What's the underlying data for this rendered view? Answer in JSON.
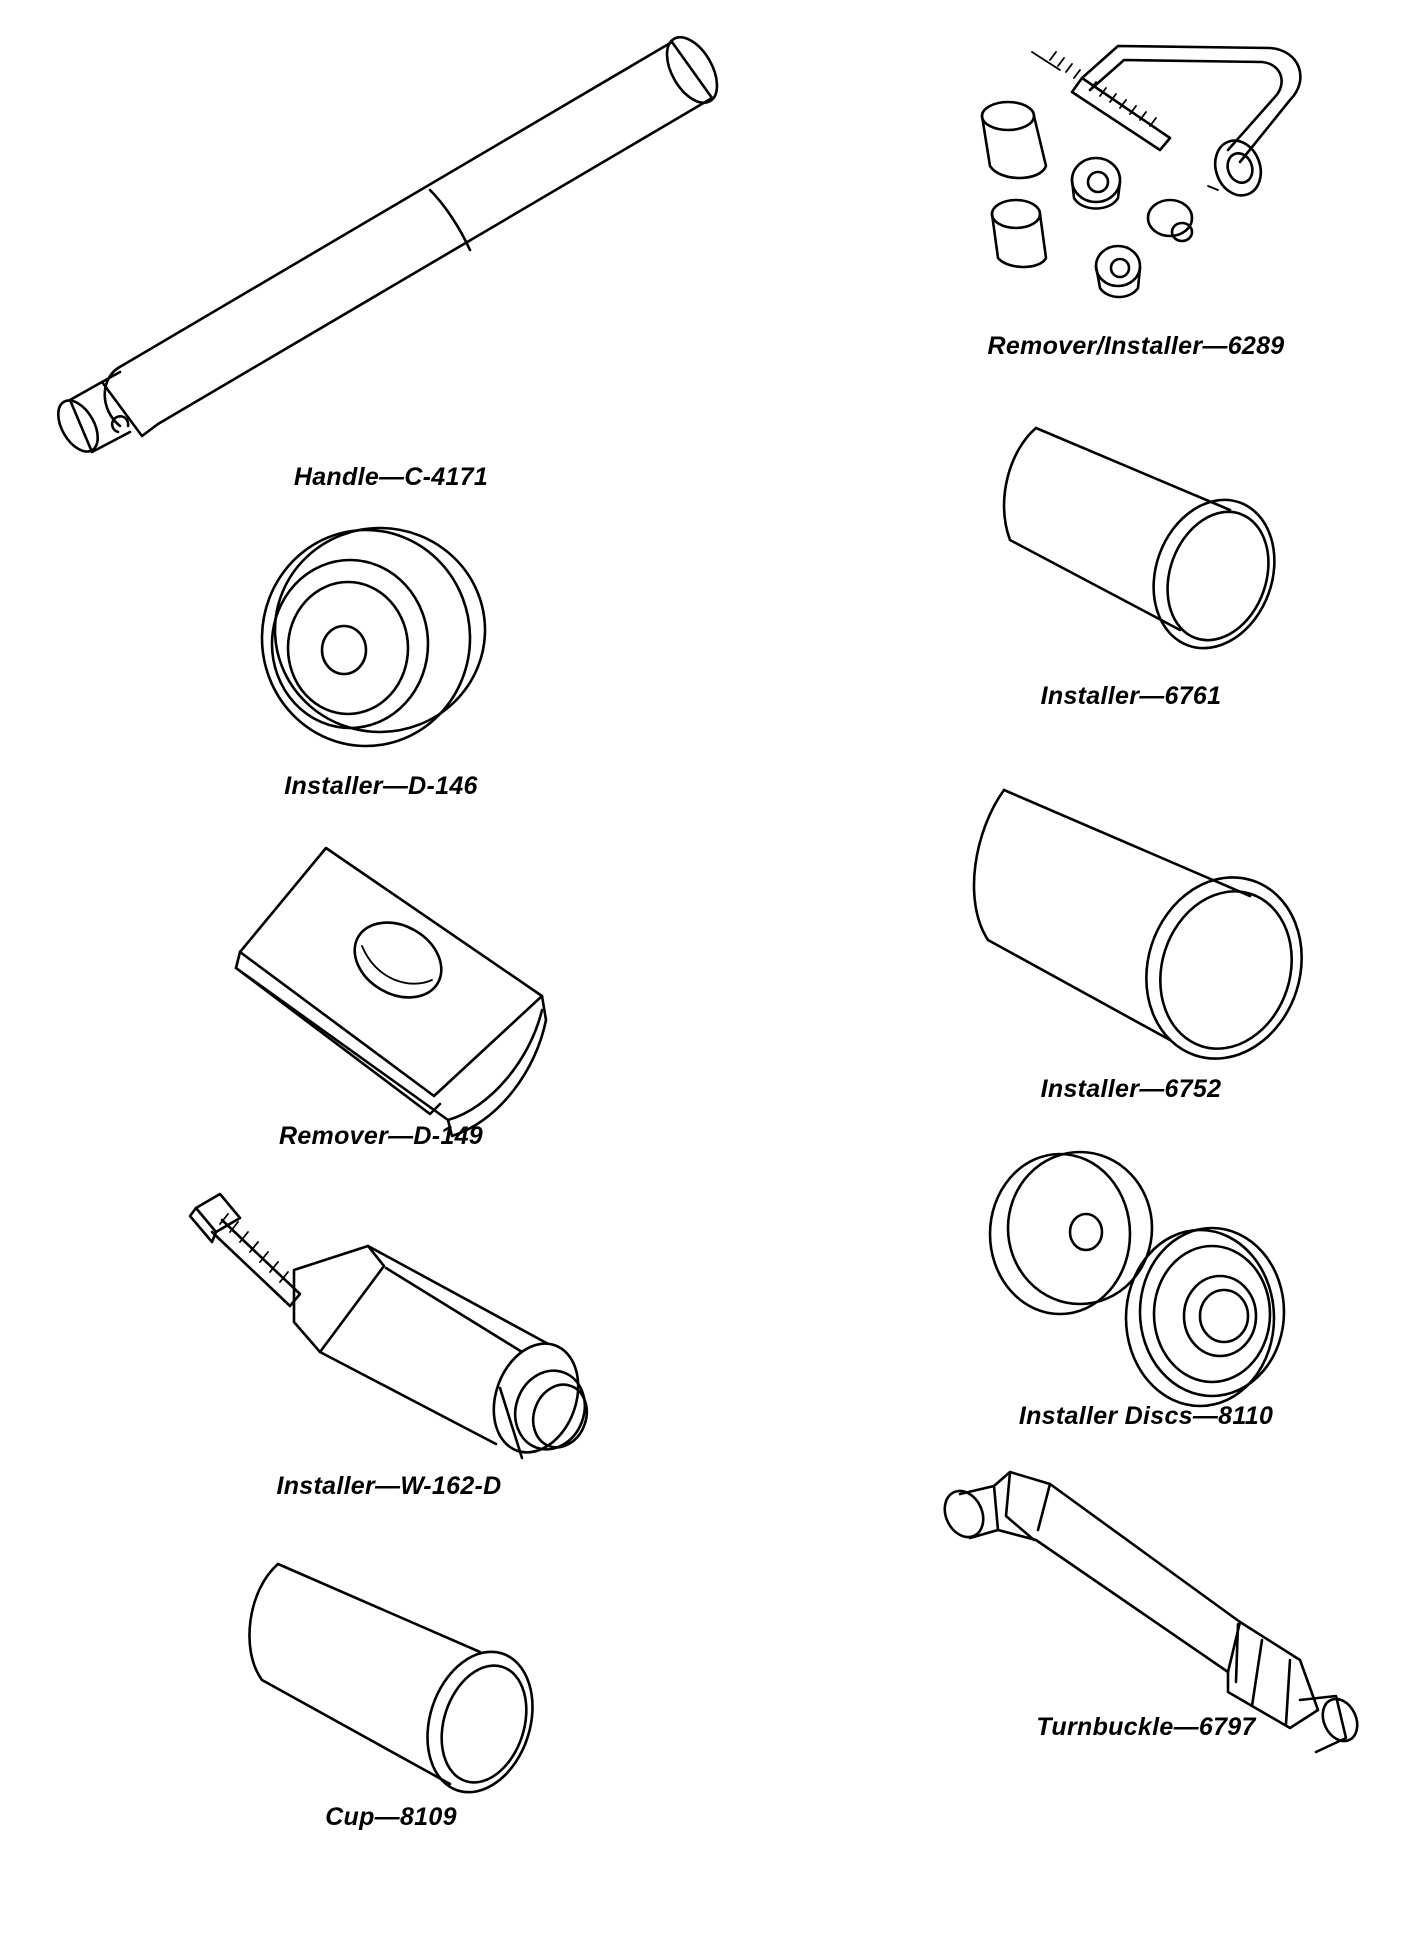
{
  "tools": [
    {
      "id": "handle",
      "caption": "Handle—C-4171"
    },
    {
      "id": "remover-installer",
      "caption": "Remover/Installer—6289"
    },
    {
      "id": "installer-d146",
      "caption": "Installer—D-146"
    },
    {
      "id": "installer-6761",
      "caption": "Installer—6761"
    },
    {
      "id": "remover-d149",
      "caption": "Remover—D-149"
    },
    {
      "id": "installer-6752",
      "caption": "Installer—6752"
    },
    {
      "id": "installer-w162d",
      "caption": "Installer—W-162-D"
    },
    {
      "id": "installer-discs",
      "caption": "Installer Discs—8110"
    },
    {
      "id": "cup",
      "caption": "Cup—8109"
    },
    {
      "id": "turnbuckle",
      "caption": "Turnbuckle—6797"
    }
  ]
}
